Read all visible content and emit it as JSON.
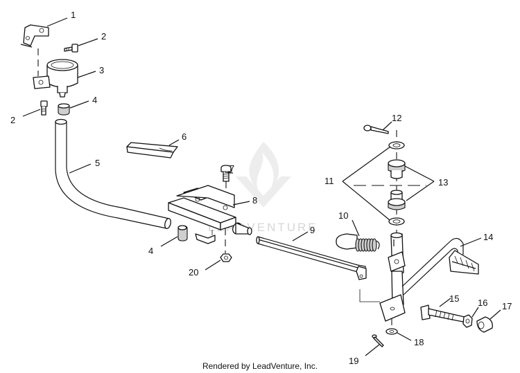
{
  "diagram": {
    "callouts": [
      "1",
      "2",
      "3",
      "4",
      "5",
      "6",
      "7",
      "8",
      "9",
      "10",
      "11",
      "12",
      "13",
      "14",
      "15",
      "16",
      "17",
      "18",
      "19",
      "20"
    ],
    "footer": "Rendered by LeadVenture, Inc.",
    "watermark": "LEADVENTURE"
  }
}
